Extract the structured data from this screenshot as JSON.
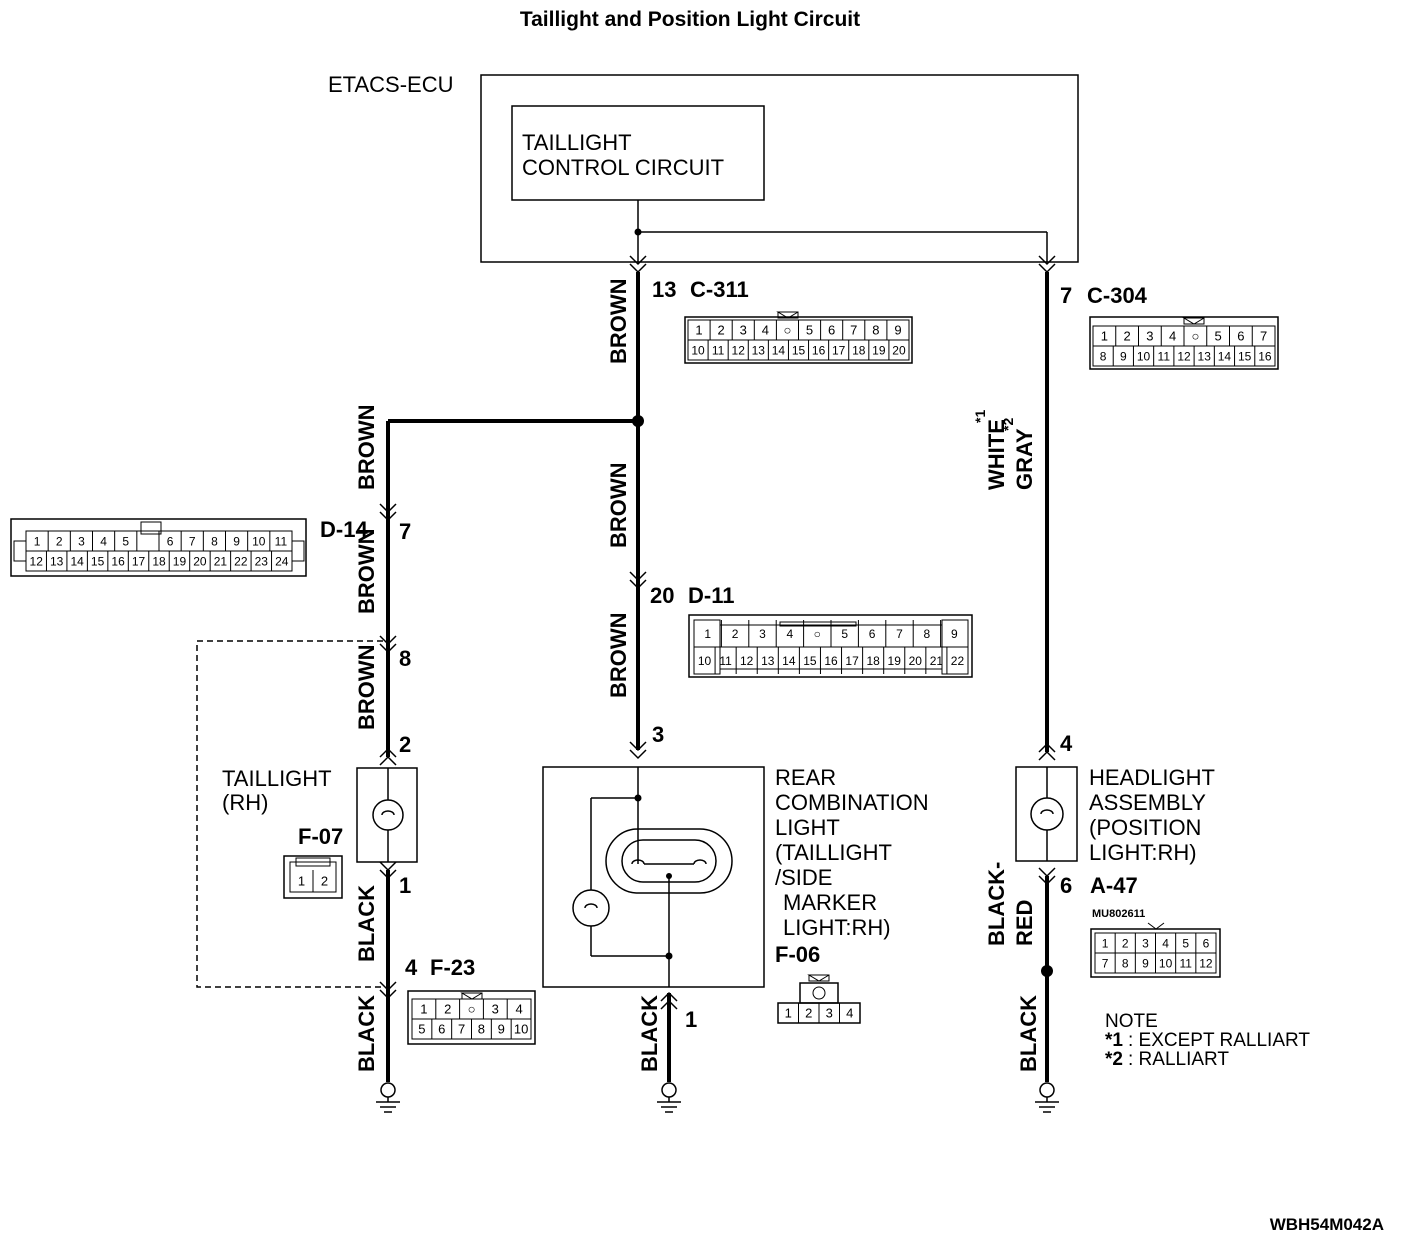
{
  "title": "Taillight and Position Light Circuit",
  "ecu": {
    "name": "ETACS-ECU",
    "circuit_line1": "TAILLIGHT",
    "circuit_line2": "CONTROL CIRCUIT"
  },
  "wires": {
    "brown": "BROWN",
    "black": "BLACK",
    "white": "WHITE",
    "gray": "GRAY",
    "black_red_1": "BLACK-",
    "black_red_2": "RED",
    "note_mark_1": "*1",
    "note_mark_2": "*2"
  },
  "connectors": {
    "c311": {
      "pin": "13",
      "name": "C-311",
      "row1": [
        "1",
        "2",
        "3",
        "4",
        "○",
        "5",
        "6",
        "7",
        "8",
        "9"
      ],
      "row2": [
        "10",
        "11",
        "12",
        "13",
        "14",
        "15",
        "16",
        "17",
        "18",
        "19",
        "20"
      ]
    },
    "c304": {
      "pin": "7",
      "name": "C-304",
      "row1": [
        "1",
        "2",
        "3",
        "4",
        "○",
        "5",
        "6",
        "7"
      ],
      "row2": [
        "8",
        "9",
        "10",
        "11",
        "12",
        "13",
        "14",
        "15",
        "16"
      ]
    },
    "d14": {
      "pin": "7",
      "name": "D-14",
      "row1": [
        "1",
        "2",
        "3",
        "4",
        "5",
        "",
        "6",
        "7",
        "8",
        "9",
        "10",
        "11"
      ],
      "row2": [
        "12",
        "13",
        "14",
        "15",
        "16",
        "17",
        "18",
        "19",
        "20",
        "21",
        "22",
        "23",
        "24"
      ]
    },
    "d11": {
      "pin": "20",
      "name": "D-11",
      "row1": [
        "1",
        "2",
        "3",
        "4",
        "○",
        "5",
        "6",
        "7",
        "8",
        "9"
      ],
      "row2": [
        "10",
        "11",
        "12",
        "13",
        "14",
        "15",
        "16",
        "17",
        "18",
        "19",
        "20",
        "21",
        "22"
      ]
    },
    "f07": {
      "name": "F-07",
      "row1": [
        "1",
        "2"
      ]
    },
    "f23": {
      "pin": "4",
      "name": "F-23",
      "row1": [
        "1",
        "2",
        "○",
        "3",
        "4"
      ],
      "row2": [
        "5",
        "6",
        "7",
        "8",
        "9",
        "10"
      ]
    },
    "f06": {
      "name": "F-06",
      "row1": [
        "1",
        "2",
        "3",
        "4"
      ]
    },
    "a47": {
      "pin": "6",
      "name": "A-47",
      "part": "MU802611",
      "row1": [
        "1",
        "2",
        "3",
        "4",
        "5",
        "6"
      ],
      "row2": [
        "7",
        "8",
        "9",
        "10",
        "11",
        "12"
      ]
    }
  },
  "pins": {
    "p8": "8",
    "p2": "2",
    "p1_tail": "1",
    "p3": "3",
    "p1_rear": "1",
    "p4": "4"
  },
  "components": {
    "taillight": {
      "line1": "TAILLIGHT",
      "line2": "(RH)"
    },
    "rear": {
      "line1": "REAR",
      "line2": "COMBINATION",
      "line3": "LIGHT",
      "line4": "(TAILLIGHT",
      "line5": "/SIDE",
      "line6": "MARKER",
      "line7": "LIGHT:RH)"
    },
    "headlight": {
      "line1": "HEADLIGHT",
      "line2": "ASSEMBLY",
      "line3": "(POSITION",
      "line4": "LIGHT:RH)"
    }
  },
  "note": {
    "heading": "NOTE",
    "item1_mark": "*1",
    "item1": ": EXCEPT RALLIART",
    "item2_mark": "*2",
    "item2": ": RALLIART"
  },
  "figure_code": "WBH54M042A"
}
